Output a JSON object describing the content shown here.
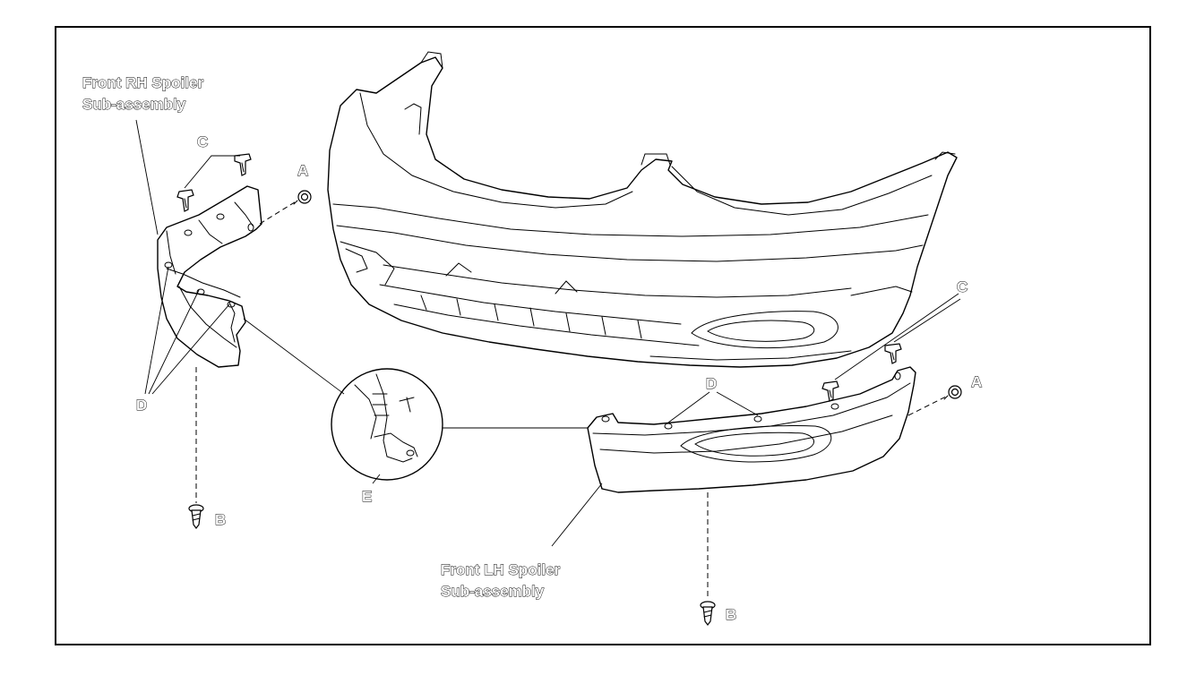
{
  "labels": {
    "rh_spoiler_line1": "Front RH Spoiler",
    "rh_spoiler_line2": "Sub-assembly",
    "lh_spoiler_line1": "Front LH Spoiler",
    "lh_spoiler_line2": "Sub-assembly",
    "callout_a": "A",
    "callout_b": "B",
    "callout_c": "C",
    "callout_d": "D",
    "callout_e": "E"
  },
  "colors": {
    "line": "#000000",
    "background": "#ffffff"
  },
  "icons": {
    "bolt_a": "bolt-icon",
    "screw_b": "screw-icon",
    "clip_c": "clip-icon"
  }
}
